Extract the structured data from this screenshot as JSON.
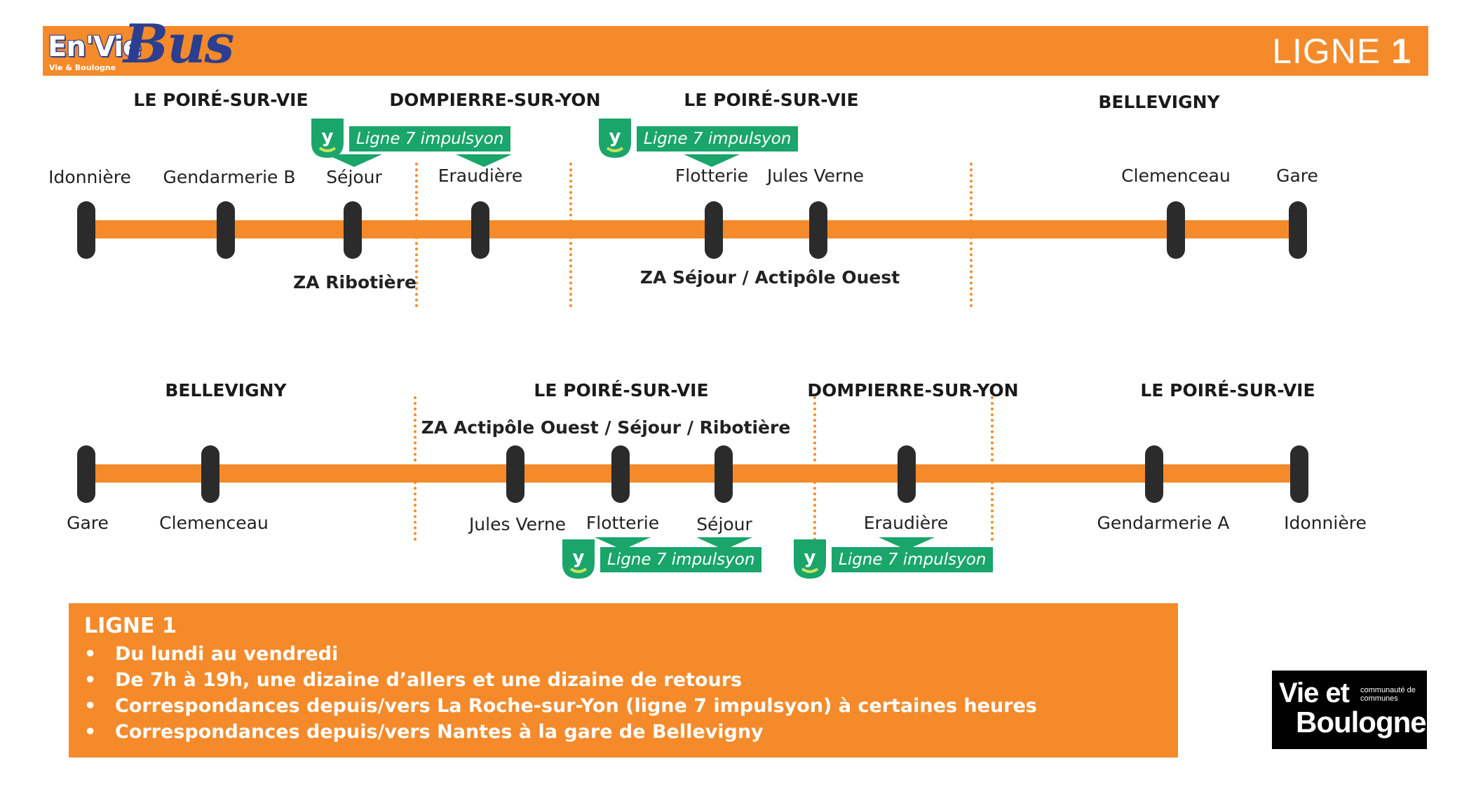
{
  "header": {
    "logo": {
      "en_vie": "En'Vie",
      "bus": "Bus",
      "subtitle": "Vie & Boulogne"
    },
    "line_word": "LIGNE",
    "line_number": "1"
  },
  "colors": {
    "route": "#f58a2a",
    "stop": "#2b2b2b",
    "impulsyon": "#1aa56a",
    "logo_blue": "#2c3e8f"
  },
  "impulsyon_badge": {
    "icon": "impulsyon-y-shield-icon",
    "label": "Ligne 7 impulsyon"
  },
  "outbound": {
    "towns": [
      "LE POIRÉ-SUR-VIE",
      "DOMPIERRE-SUR-YON",
      "LE POIRÉ-SUR-VIE",
      "BELLEVIGNY"
    ],
    "stops": [
      "Idonnière",
      "Gendarmerie B",
      "Séjour",
      "Eraudière",
      "Flotterie",
      "Jules Verne",
      "Clemenceau",
      "Gare"
    ],
    "notes": [
      "ZA Ribotière",
      "ZA Séjour / Actipôle Ouest"
    ]
  },
  "return": {
    "towns": [
      "BELLEVIGNY",
      "LE POIRÉ-SUR-VIE",
      "DOMPIERRE-SUR-YON",
      "LE POIRÉ-SUR-VIE"
    ],
    "stops": [
      "Gare",
      "Clemenceau",
      "Jules Verne",
      "Flotterie",
      "Séjour",
      "Eraudière",
      "Gendarmerie A",
      "Idonnière"
    ],
    "notes": [
      "ZA Actipôle Ouest / Séjour / Ribotière"
    ]
  },
  "info": {
    "title": "LIGNE 1",
    "bullet": "•",
    "items": [
      "Du lundi au vendredi",
      "De 7h à 19h, une dizaine d’allers et une dizaine de retours",
      "Correspondances depuis/vers La Roche-sur-Yon (ligne 7 impulsyon) à certaines heures",
      "Correspondances depuis/vers Nantes à la gare de Bellevigny"
    ]
  },
  "community_logo": {
    "line1": "Vie et",
    "line2": "Boulogne",
    "caption": "communauté de communes"
  }
}
